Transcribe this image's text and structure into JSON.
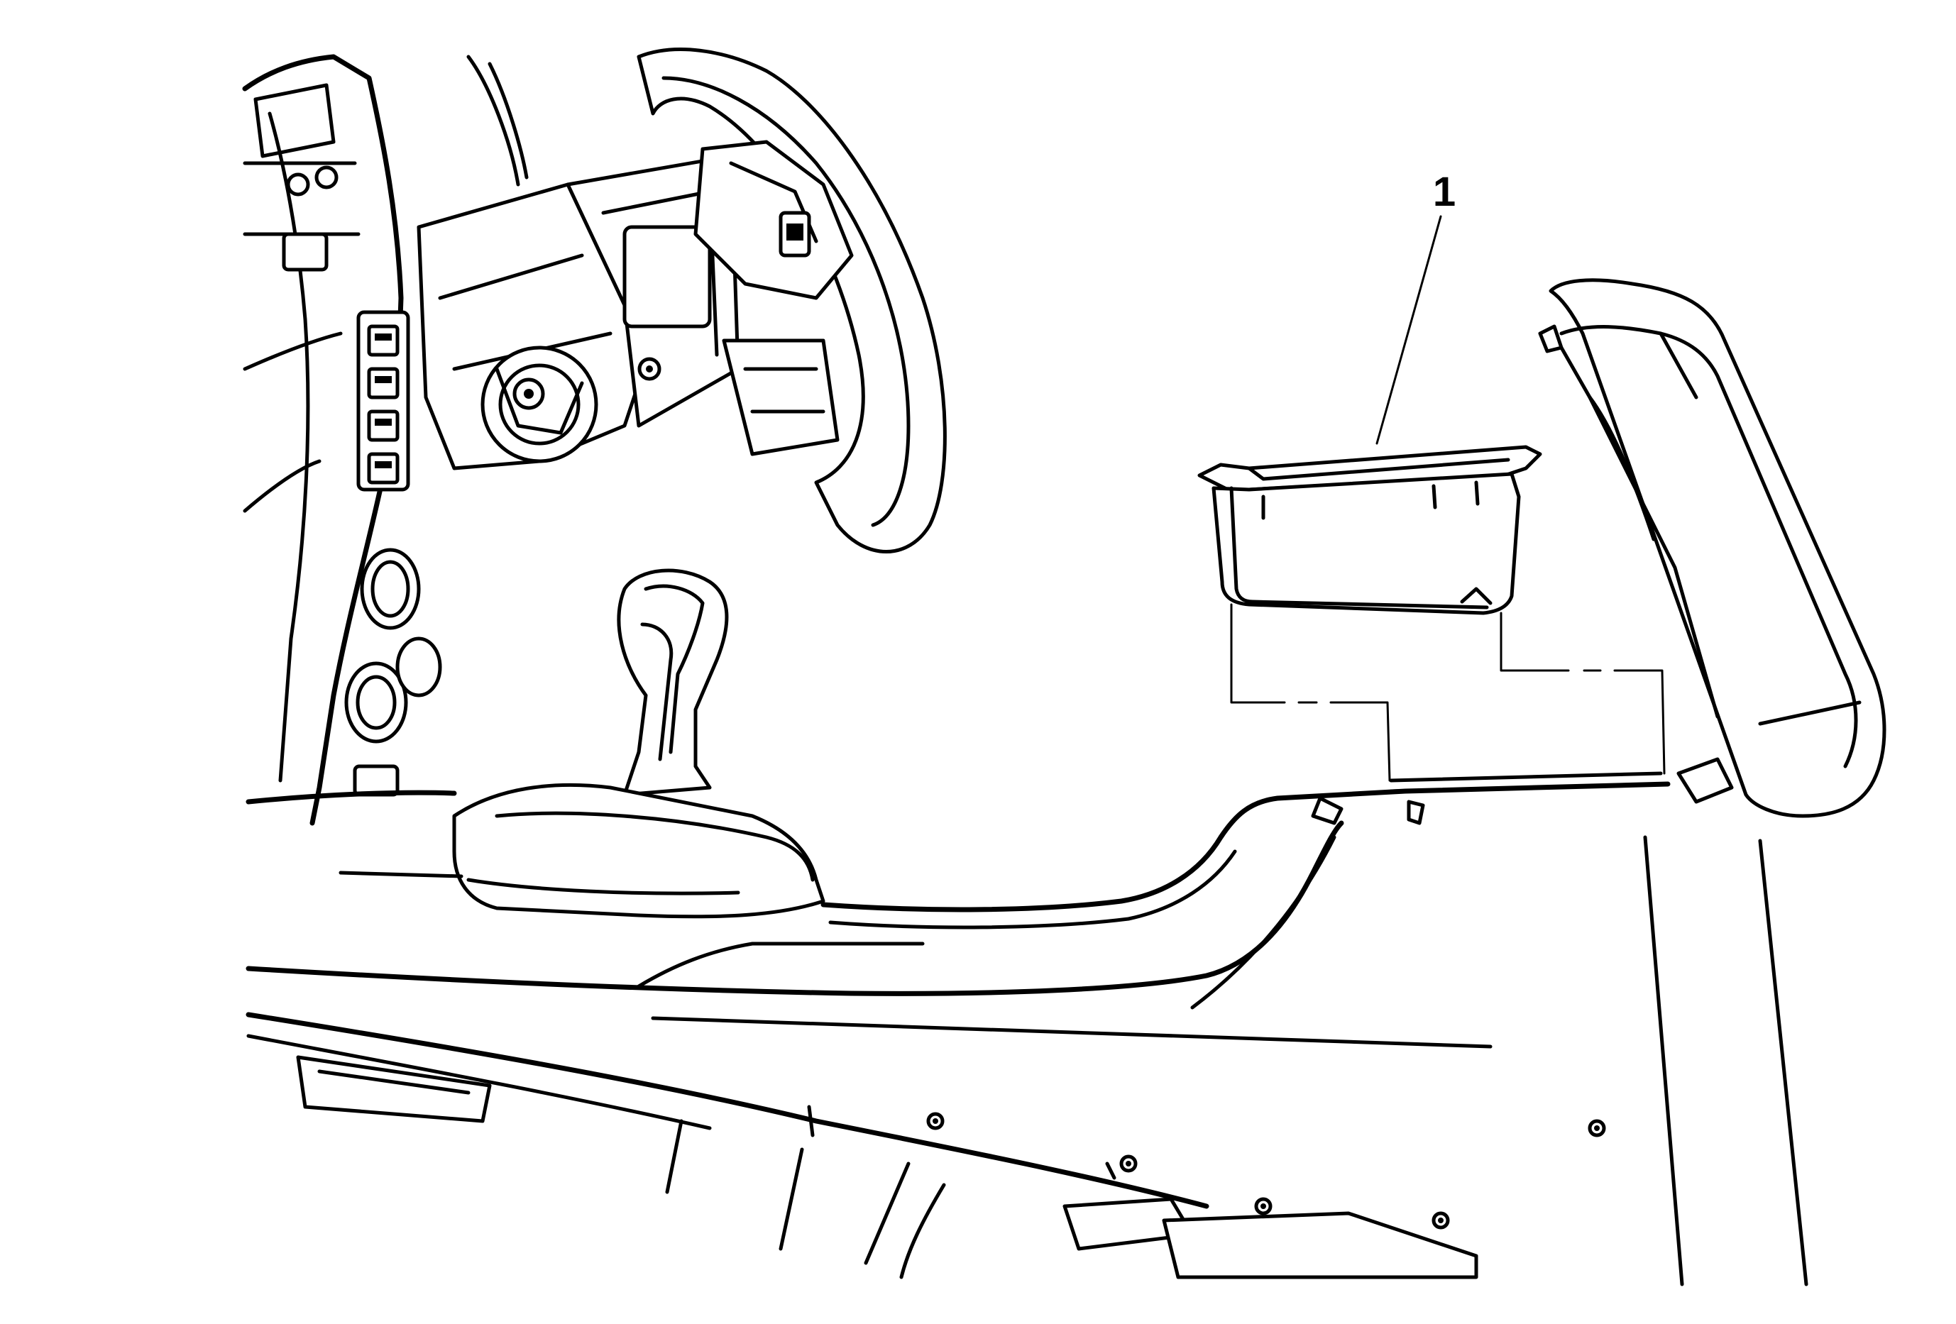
{
  "diagram": {
    "callouts": [
      {
        "id": "1",
        "label": "1",
        "target": "storage-compartment"
      }
    ]
  }
}
